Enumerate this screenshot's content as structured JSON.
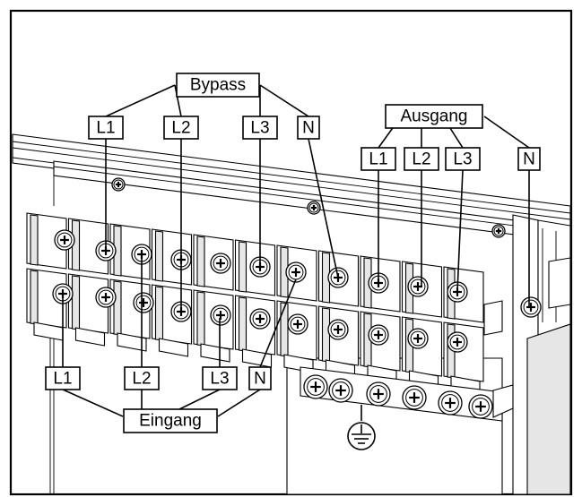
{
  "labels": {
    "bypass": {
      "title": "Bypass",
      "l1": "L1",
      "l2": "L2",
      "l3": "L3",
      "n": "N"
    },
    "ausgang": {
      "title": "Ausgang",
      "l1": "L1",
      "l2": "L2",
      "l3": "L3",
      "n": "N"
    },
    "eingang": {
      "title": "Eingang",
      "l1": "L1",
      "l2": "L2",
      "l3": "L3",
      "n": "N"
    }
  },
  "icons": {
    "ground": "protective-earth-icon",
    "screw": "phillips-screw-icon"
  }
}
